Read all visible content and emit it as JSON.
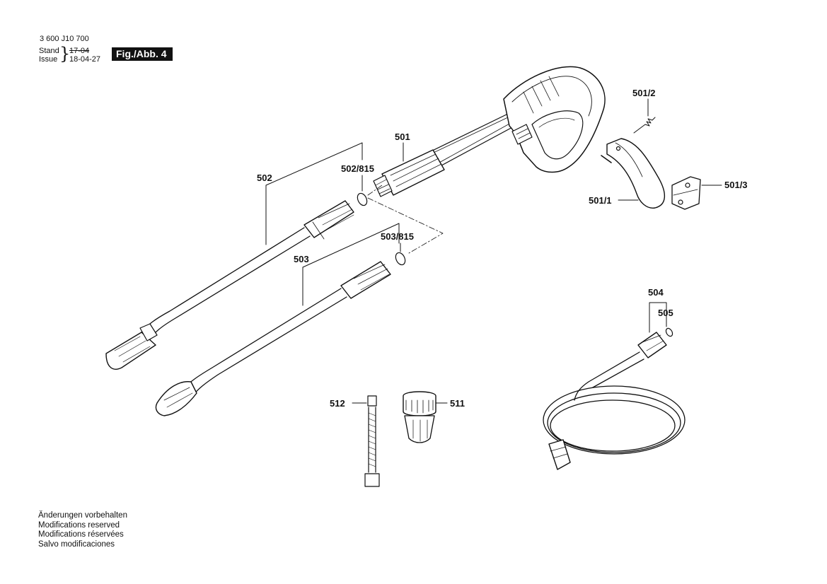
{
  "header": {
    "doc_number": "3 600 J10 700",
    "stand_label": "Stand",
    "issue_label": "Issue",
    "stand_value_struck": "17-04",
    "issue_value": "18-04-27",
    "figure_badge": "Fig./Abb. 4"
  },
  "callouts": {
    "p501": "501",
    "p501_1": "501/1",
    "p501_2": "501/2",
    "p501_3": "501/3",
    "p502": "502",
    "p502_815": "502/815",
    "p503": "503",
    "p503_815": "503/815",
    "p504": "504",
    "p505": "505",
    "p511": "511",
    "p512": "512"
  },
  "footer": {
    "line_de": "Änderungen vorbehalten",
    "line_en": "Modifications reserved",
    "line_fr": "Modifications réservées",
    "line_es": "Salvo modificaciones"
  }
}
